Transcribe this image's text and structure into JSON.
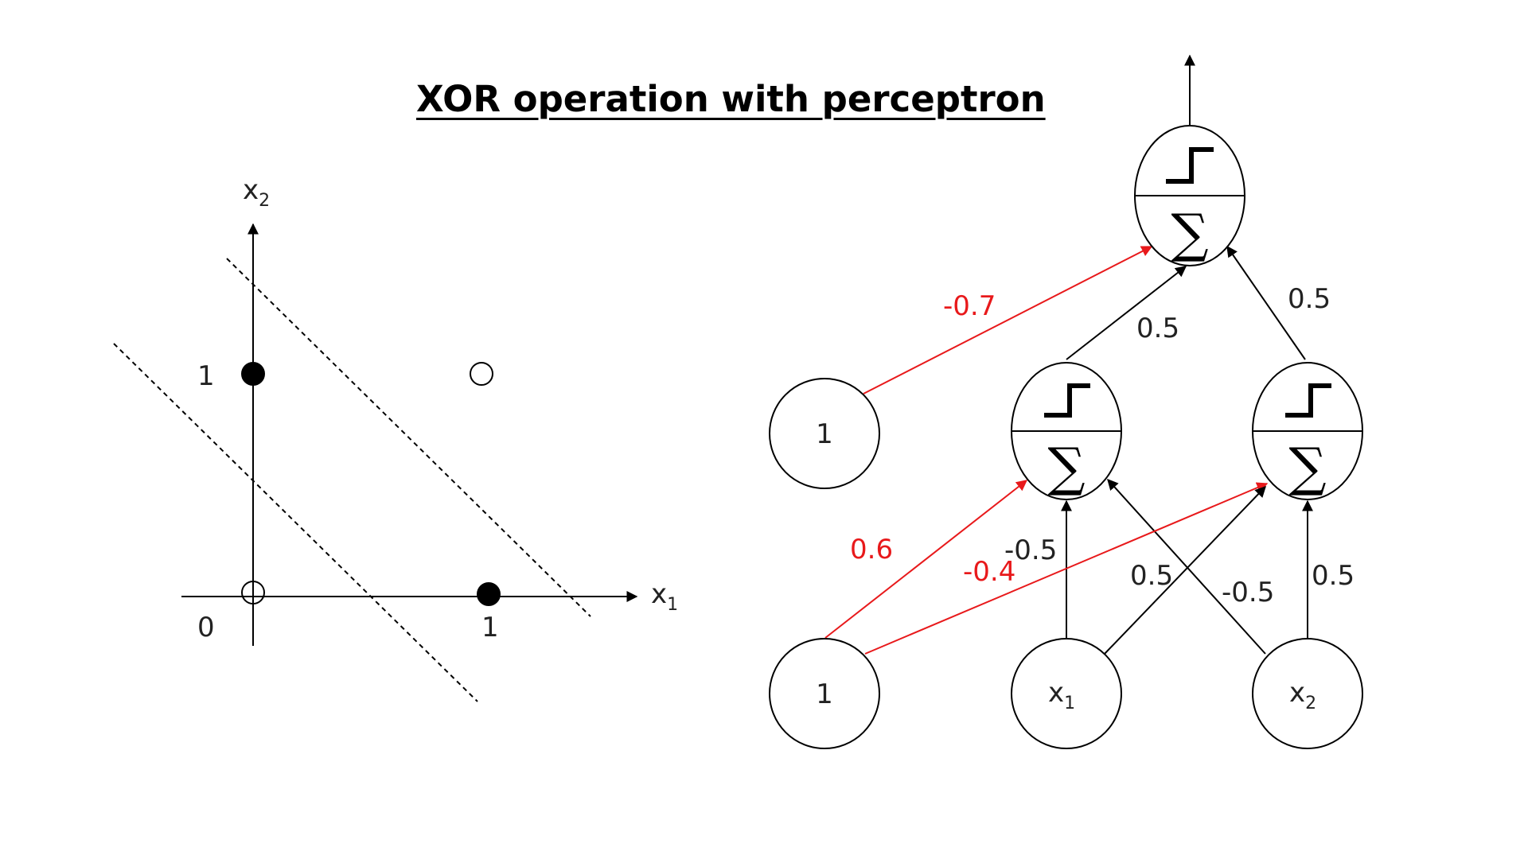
{
  "title": "XOR operation with perceptron",
  "colors": {
    "ink": "#000000",
    "highlight": "#e8191b"
  },
  "plot": {
    "x_axis_label": "x",
    "x_axis_sub": "1",
    "y_axis_label": "x",
    "y_axis_sub": "2",
    "origin_label": "0",
    "x_tick_label": "1",
    "y_tick_label": "1",
    "points": [
      {
        "x": 0,
        "y": 0,
        "filled": false
      },
      {
        "x": 1,
        "y": 0,
        "filled": true
      },
      {
        "x": 0,
        "y": 1,
        "filled": true
      },
      {
        "x": 1,
        "y": 1,
        "filled": false
      }
    ]
  },
  "network": {
    "step_symbol": "⌐",
    "sum_symbol": "∑",
    "input_bias": "1",
    "input_x1": "x",
    "input_x1_sub": "1",
    "input_x2": "x",
    "input_x2_sub": "2",
    "hidden_bias": "1",
    "weights": {
      "bias_to_h1": "0.6",
      "x1_to_h1": "-0.5",
      "x2_to_h1": "-0.5",
      "bias_to_h2": "-0.4",
      "x1_to_h2": "0.5",
      "x2_to_h2": "0.5",
      "bias_to_out": "-0.7",
      "h1_to_out": "0.5",
      "h2_to_out": "0.5"
    }
  }
}
